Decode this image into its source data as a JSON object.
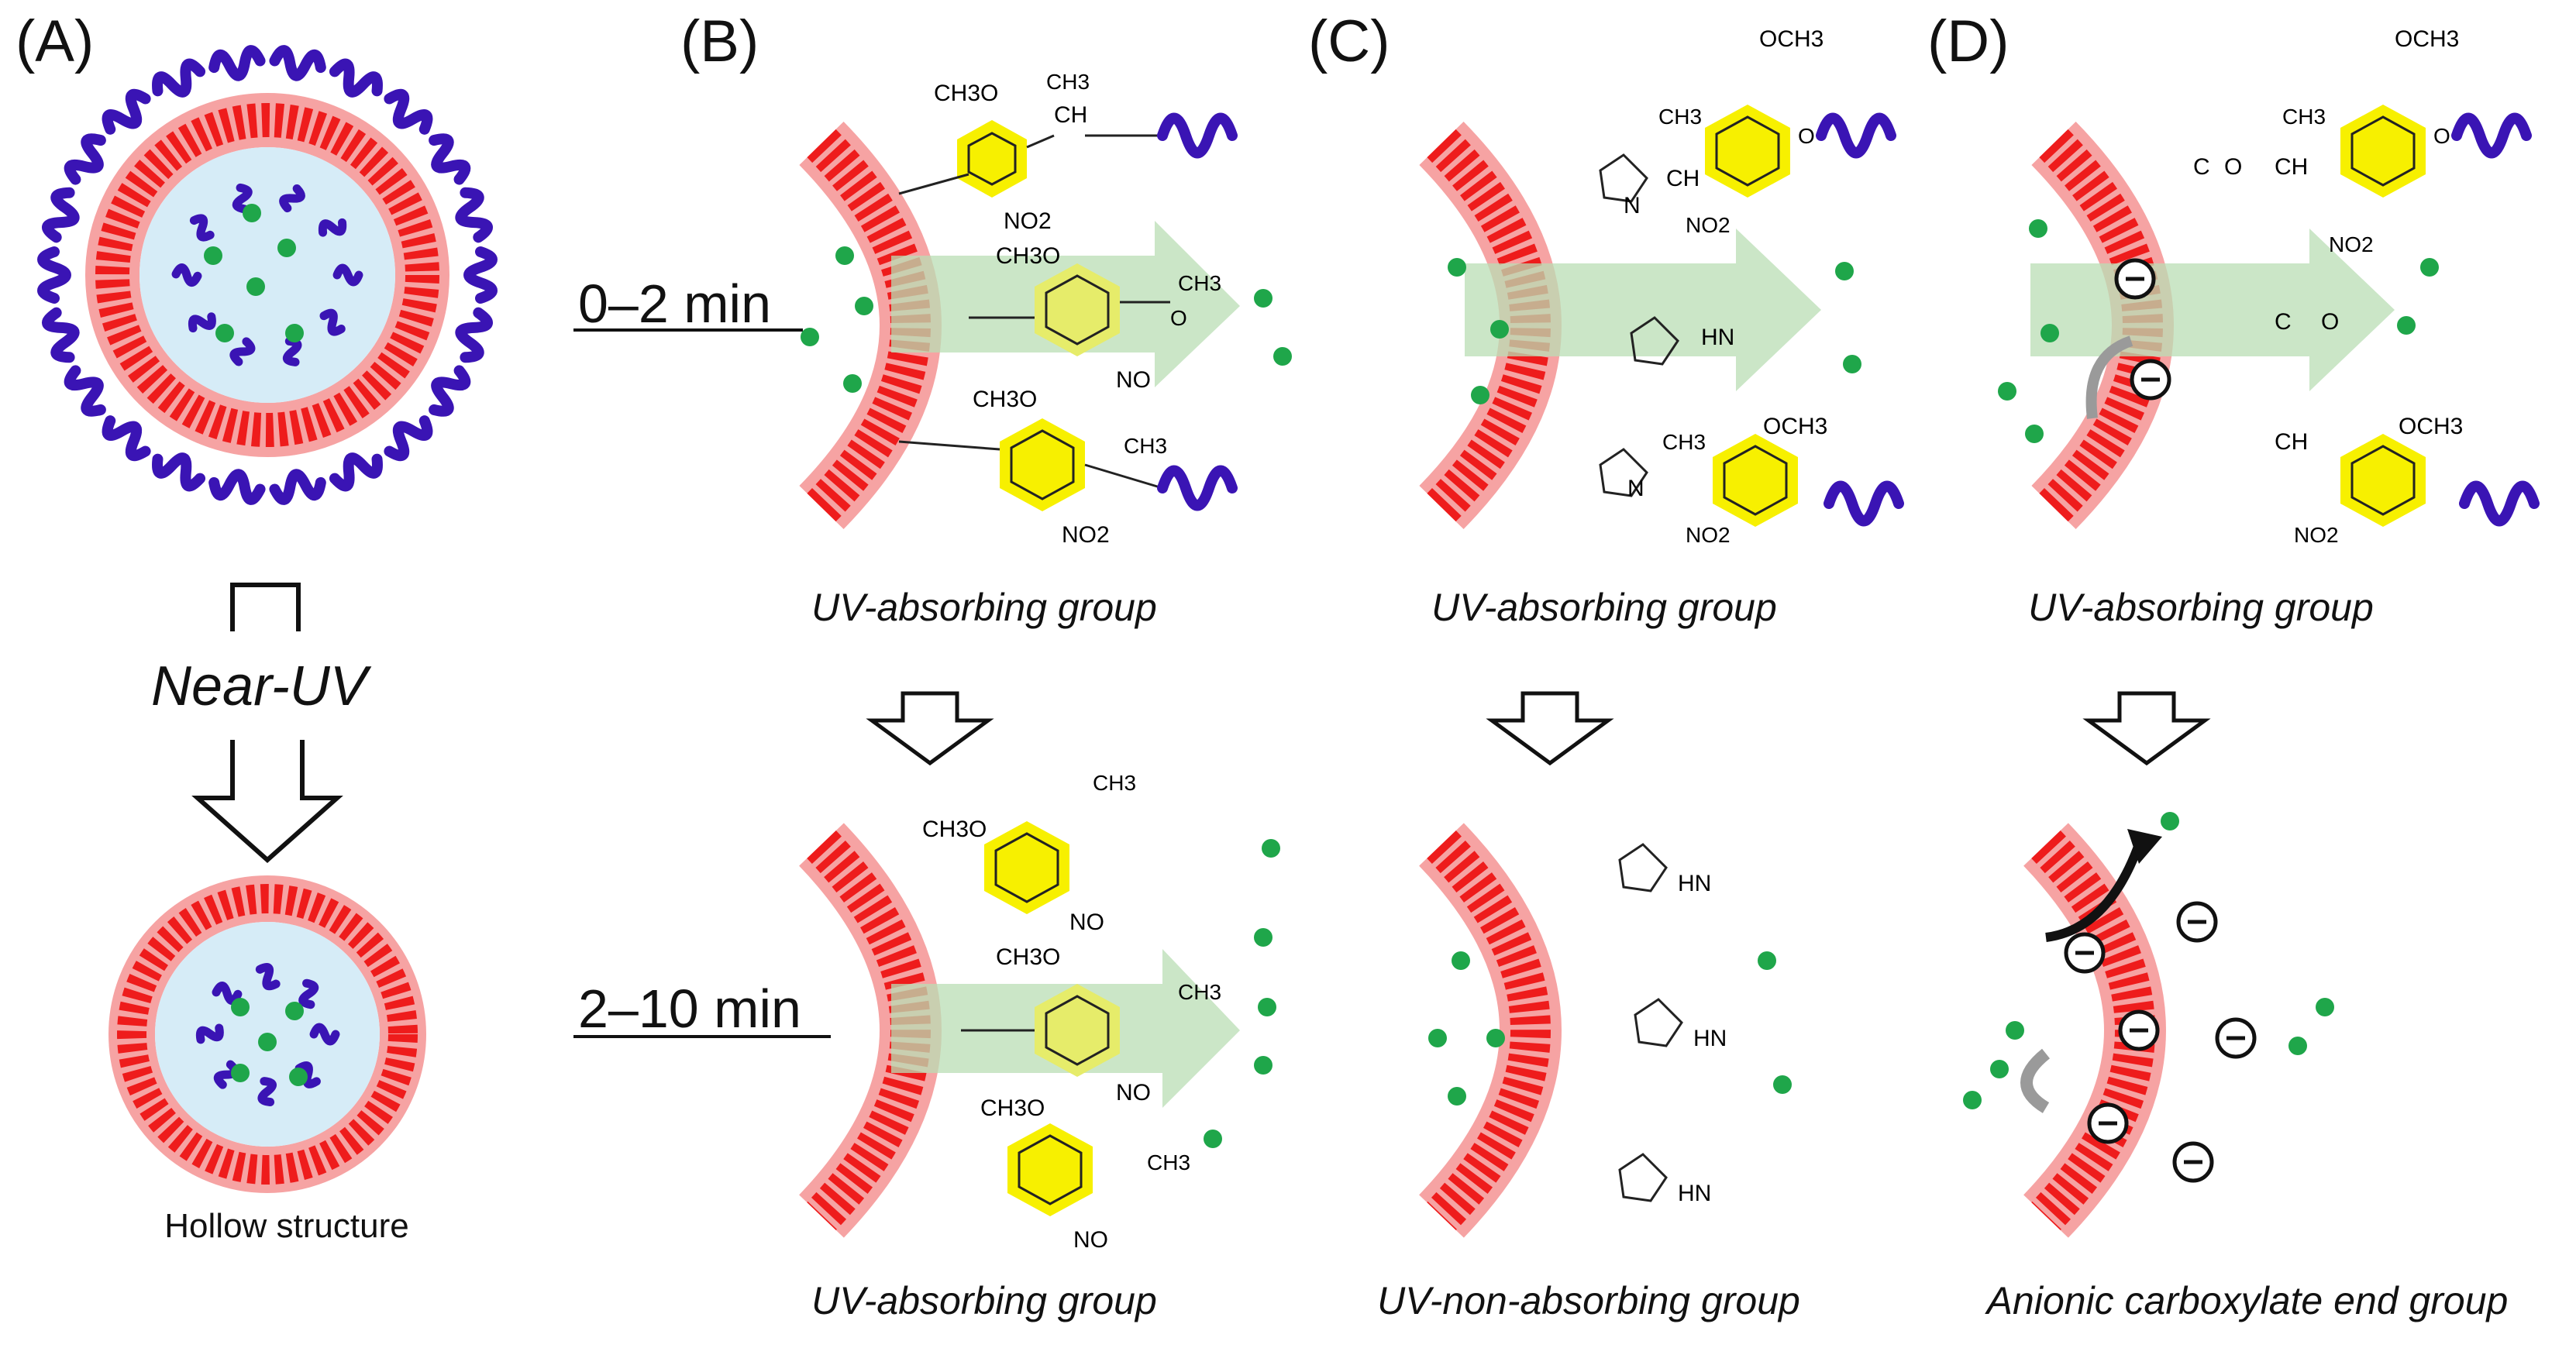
{
  "panels": {
    "a": {
      "label": "(A)",
      "trigger": "Near-UV",
      "result": "Hollow structure"
    },
    "b": {
      "label": "(B)",
      "top_caption": "UV-absorbing group",
      "bottom_caption": "UV-absorbing group"
    },
    "c": {
      "label": "(C)",
      "top_caption": "UV-absorbing group",
      "bottom_caption": "UV-non-absorbing group"
    },
    "d": {
      "label": "(D)",
      "top_caption": "UV-absorbing group",
      "bottom_caption": "Anionic carboxylate end group"
    }
  },
  "times": {
    "early": "0–2 min",
    "late": "2–10 min"
  },
  "chem": {
    "ch3o": "CH3O",
    "och3": "OCH3",
    "ch3": "CH3",
    "ch": "CH",
    "no2": "NO2",
    "no": "NO",
    "o": "O",
    "hn": "HN",
    "n": "N",
    "c": "C"
  },
  "colors": {
    "shell": "#ee1c1c",
    "shell_halo": "#f6a3a3",
    "core": "#d6ecf7",
    "polymer": "#3a14b4",
    "payload": "#1fa64a",
    "light_beam": "#b9deb4",
    "chromophore": "#f7f000"
  }
}
